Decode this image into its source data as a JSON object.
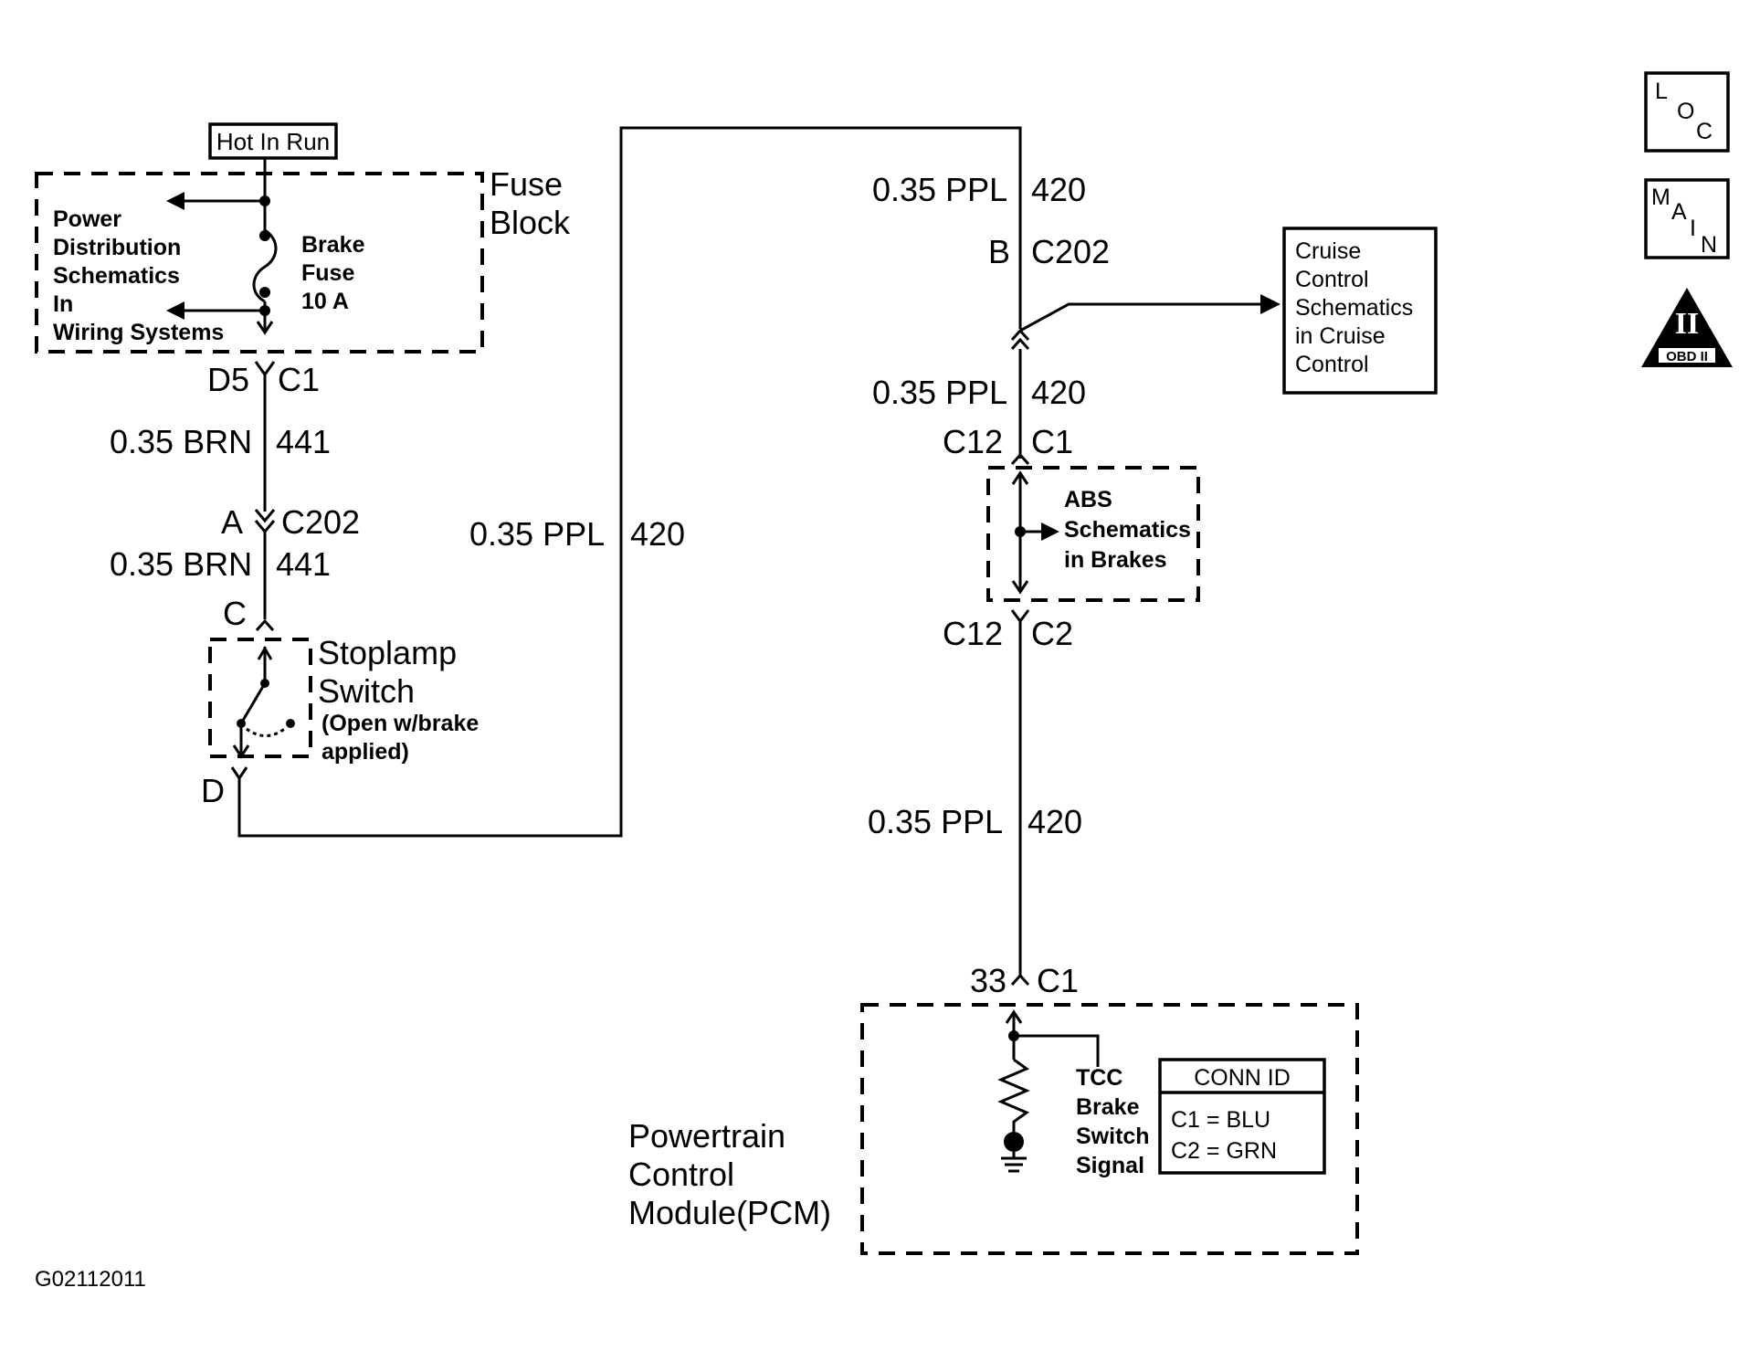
{
  "icons": {
    "loc": [
      "L",
      "O",
      "C"
    ],
    "main": [
      "M",
      "A",
      "I",
      "N"
    ],
    "obd": {
      "numeral": "II",
      "label": "OBD II"
    }
  },
  "hot_in_run": "Hot In Run",
  "fuse_block": {
    "label": [
      "Fuse",
      "Block"
    ],
    "power_ref": [
      "Power",
      "Distribution",
      "Schematics",
      "In",
      "Wiring Systems"
    ],
    "fuse": [
      "Brake",
      "Fuse",
      "10 A"
    ]
  },
  "left_circuit": {
    "fuse_connector": {
      "pin": "D5",
      "connector": "C1"
    },
    "wire1": {
      "gauge_color": "0.35 BRN",
      "circuit": "441"
    },
    "c202": {
      "pin": "A",
      "connector": "C202"
    },
    "wire2": {
      "gauge_color": "0.35 BRN",
      "circuit": "441"
    },
    "switch_pin_top": "C",
    "switch_pin_bottom": "D",
    "stoplamp": {
      "title": [
        "Stoplamp",
        "Switch"
      ],
      "note": [
        "(Open w/brake",
        "applied)"
      ]
    }
  },
  "middle_wire": {
    "gauge_color": "0.35 PPL",
    "circuit": "420"
  },
  "right_circuit": {
    "wire_top": {
      "gauge_color": "0.35 PPL",
      "circuit": "420"
    },
    "c202": {
      "pin": "B",
      "connector": "C202"
    },
    "cruise": [
      "Cruise",
      "Control",
      "Schematics",
      "in Cruise",
      "Control"
    ],
    "wire_mid": {
      "gauge_color": "0.35 PPL",
      "circuit": "420"
    },
    "abs_top": {
      "pin": "C12",
      "connector": "C1"
    },
    "abs": [
      "ABS",
      "Schematics",
      "in Brakes"
    ],
    "abs_bottom": {
      "pin": "C12",
      "connector": "C2"
    },
    "wire_low": {
      "gauge_color": "0.35 PPL",
      "circuit": "420"
    },
    "pcm_connector": {
      "pin": "33",
      "connector": "C1"
    }
  },
  "pcm": {
    "label": [
      "Powertrain",
      "Control",
      "Module(PCM)"
    ],
    "signal": [
      "TCC",
      "Brake",
      "Switch",
      "Signal"
    ],
    "conn_id": {
      "title": "CONN ID",
      "rows": [
        "C1 = BLU",
        "C2 = GRN"
      ]
    }
  },
  "figure_id": "G02112011"
}
